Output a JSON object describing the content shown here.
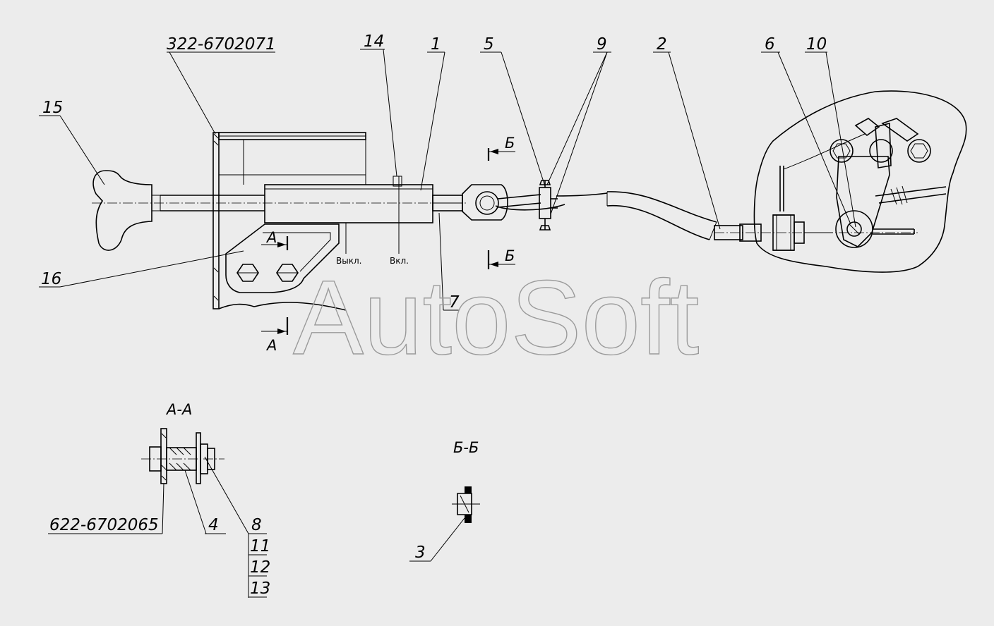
{
  "callouts": {
    "part_322": "322-6702071",
    "c14": "14",
    "c1": "1",
    "c5": "5",
    "c9": "9",
    "c2": "2",
    "c6": "6",
    "c10": "10",
    "c15": "15",
    "c16": "16",
    "c7": "7",
    "part_622": "622-6702065",
    "c4": "4",
    "c8": "8",
    "c11": "11",
    "c12": "12",
    "c13": "13",
    "c3": "3"
  },
  "labels": {
    "off": "Выкл.",
    "on": "Вкл.",
    "section_a_mark": "А",
    "section_b_mark": "Б",
    "section_aa": "А-А",
    "section_bb": "Б-Б"
  },
  "watermark": "AutoSoft"
}
